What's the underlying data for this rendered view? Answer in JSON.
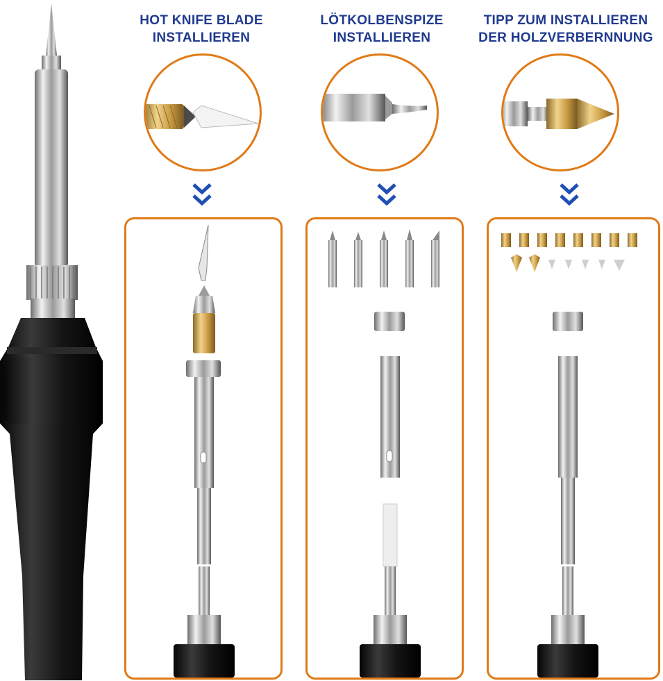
{
  "columns": [
    {
      "line1": "HOT KNIFE BLADE",
      "line2": "INSTALLIEREN"
    },
    {
      "line1": "LÖTKOLBENSPIZE",
      "line2": "INSTALLIEREN"
    },
    {
      "line1": "TIPP ZUM INSTALLIEREN",
      "line2": "DER HOLZVERBERNNUNG"
    }
  ],
  "colors": {
    "accent": "#e07a17",
    "title": "#1f3a8f",
    "chevron": "#1f4fb5"
  }
}
